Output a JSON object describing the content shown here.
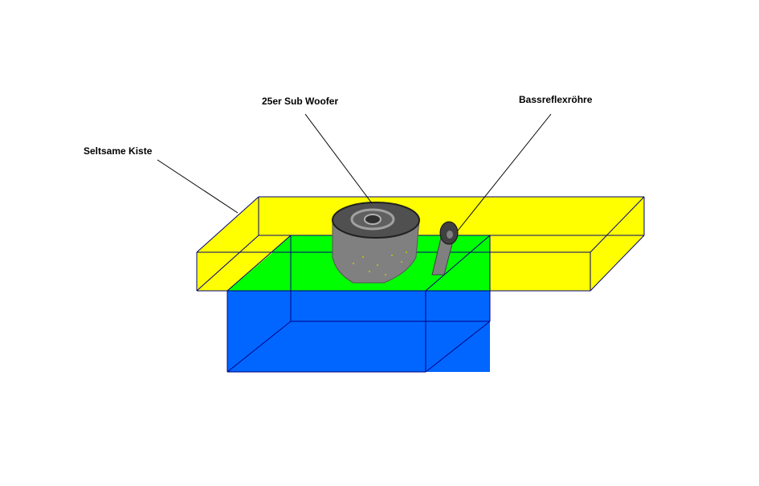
{
  "labels": {
    "box": "Seltsame Kiste",
    "woofer": "25er Sub Woofer",
    "port": "Bassreflexröhre"
  },
  "colors": {
    "background": "#ffffff",
    "yellow_box": "#ffff00",
    "green_top": "#00ff00",
    "blue_box": "#0066ff",
    "outline": "#000080",
    "woofer_body": "#808080",
    "woofer_cap": "#404040",
    "leader_line": "#000000"
  }
}
